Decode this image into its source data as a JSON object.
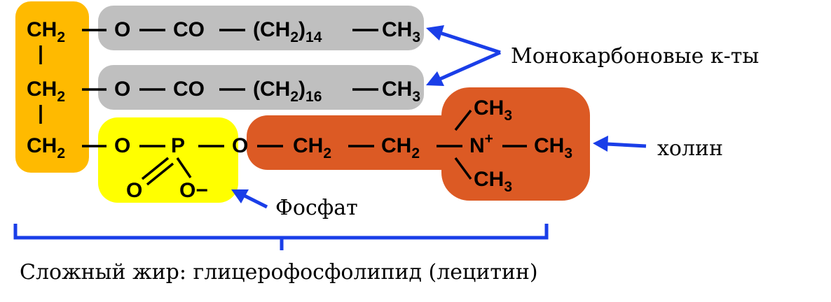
{
  "colors": {
    "glycerol": "#ffba00",
    "fatty_acid": "#bfbfbf",
    "phosphate": "#ffff00",
    "choline": "#dc5a24",
    "arrow": "#1a3ee8",
    "bracket": "#1a3ee8"
  },
  "chem": {
    "ch2": "CH",
    "ch3": "CH",
    "sub2": "2",
    "sub3": "3",
    "o": "O",
    "co": "CO",
    "p": "P",
    "o_minus": "O−",
    "o_double": "O",
    "n": "N",
    "plus": "+",
    "open_paren": "(CH",
    "close_paren": ")",
    "n14": "14",
    "n16": "16",
    "dash": "—"
  },
  "labels": {
    "monocarboxylic": "Монокарбоновые к-ты",
    "choline": "холин",
    "phosphate": "Фосфат",
    "caption": "Сложный жир: глицерофосфолипид (лецитин)"
  }
}
